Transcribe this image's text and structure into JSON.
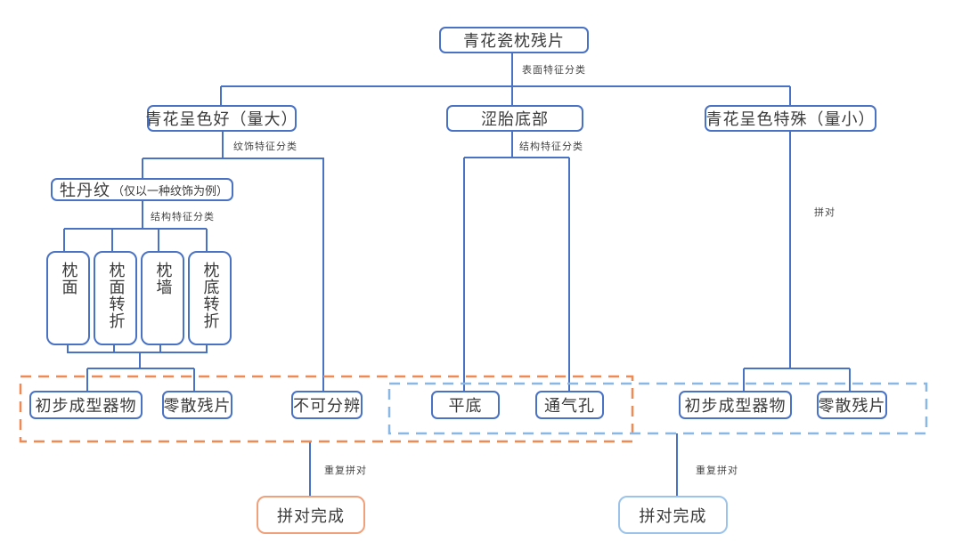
{
  "diagram": {
    "root": "青花瓷枕残片",
    "edge_labels": {
      "surface": "表面特征分类",
      "decoration": "纹饰特征分类",
      "structure_left": "结构特征分类",
      "structure_mid": "结构特征分类",
      "match": "拼对",
      "repeat_left": "重复拼对",
      "repeat_right": "重复拼对"
    },
    "level1": {
      "left": "青花呈色好（量大）",
      "middle": "涩胎底部",
      "right": "青花呈色特殊（量小）"
    },
    "peony": {
      "main": "牡丹纹",
      "note": "（仅以一种纹饰为例）"
    },
    "parts": [
      "枕面",
      "枕面转折",
      "枕墙",
      "枕底转折"
    ],
    "left_group": {
      "shaped": "初步成型器物",
      "scattered": "零散残片",
      "unknown": "不可分辨"
    },
    "middle_group": {
      "flat": "平底",
      "vent": "通气孔"
    },
    "right_group": {
      "shaped": "初步成型器物",
      "scattered": "零散残片"
    },
    "done_left": "拼对完成",
    "done_right": "拼对完成",
    "colors": {
      "line": "#4a72c4",
      "orange_group": "#f08a55",
      "blue_group": "#8ab8e6"
    }
  }
}
